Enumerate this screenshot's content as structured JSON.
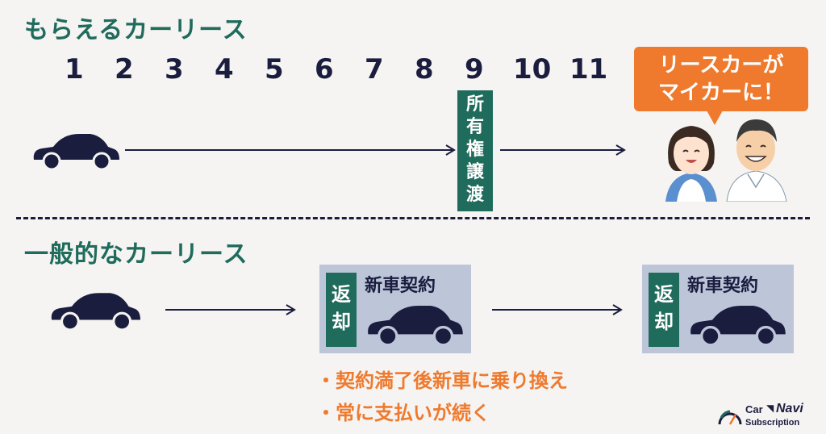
{
  "sections": {
    "ownable": {
      "title": "もらえるカーリース"
    },
    "general": {
      "title": "一般的なカーリース"
    }
  },
  "timeline": {
    "years": [
      "1",
      "2",
      "3",
      "4",
      "5",
      "6",
      "7",
      "8",
      "9",
      "10",
      "11"
    ],
    "ownership_label": [
      "所",
      "有",
      "権",
      "譲",
      "渡"
    ]
  },
  "speech_bubble": {
    "line1": "リースカーが",
    "line2": "マイカーに！"
  },
  "cycle_box": {
    "return_label": [
      "返",
      "却"
    ],
    "contract_label": "新車契約"
  },
  "notes": [
    "・契約満了後新車に乗り換え",
    "・常に支払いが続く"
  ],
  "logo": {
    "part1": "Car",
    "part2": "Navi",
    "part3": "Subscription"
  },
  "colors": {
    "teal": "#1f6b5c",
    "navy": "#1b1d3f",
    "orange": "#ef7a2e",
    "box": "#bcc6d8",
    "background": "#f5f4f2"
  }
}
